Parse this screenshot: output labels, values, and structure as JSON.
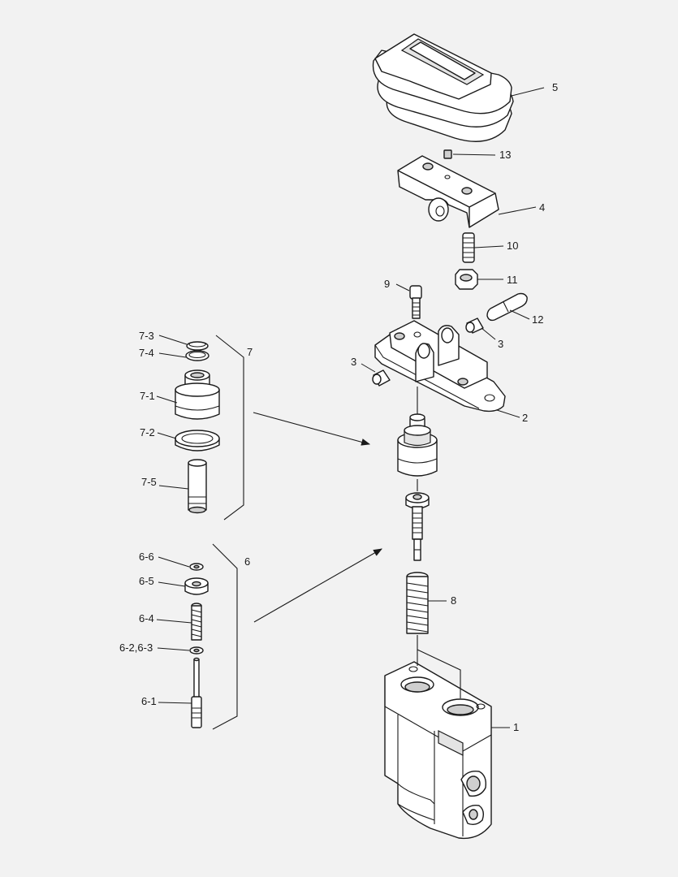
{
  "labels": {
    "p1": "1",
    "p2": "2",
    "p3a": "3",
    "p3b": "3",
    "p4": "4",
    "p5": "5",
    "p6": "6",
    "p7": "7",
    "p8": "8",
    "p9": "9",
    "p10": "10",
    "p11": "11",
    "p12": "12",
    "p13": "13",
    "p7_1": "7-1",
    "p7_2": "7-2",
    "p7_3": "7-3",
    "p7_4": "7-4",
    "p7_5": "7-5",
    "p6_1": "6-1",
    "p6_23": "6-2,6-3",
    "p6_4": "6-4",
    "p6_5": "6-5",
    "p6_6": "6-6"
  }
}
